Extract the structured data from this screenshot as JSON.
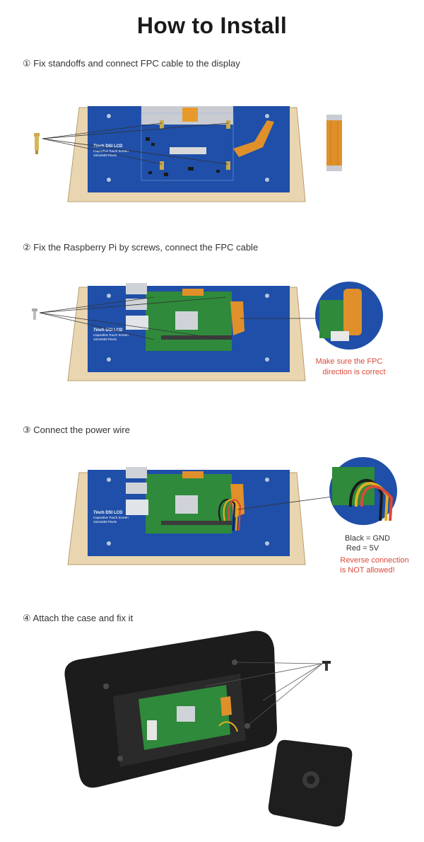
{
  "page": {
    "title": "How to Install"
  },
  "steps": [
    {
      "label": "① Fix standoffs and connect FPC cable to the display"
    },
    {
      "label": "② Fix the Raspberry Pi by screws, connect the FPC cable"
    },
    {
      "label": "③ Connect the power wire"
    },
    {
      "label": "④ Attach the case and fix it"
    }
  ],
  "board": {
    "label_line1": "7inch DSI LCD",
    "label_line2": "Capacitive Touch Screen",
    "label_line3": "1024x600 Pixels"
  },
  "notes": {
    "fpc_line1": "Make sure the FPC",
    "fpc_line2": "direction is correct",
    "power_black": "Black = GND",
    "power_red": "Red = 5V",
    "power_warn1": "Reverse connection",
    "power_warn2": "is NOT allowed!"
  },
  "colors": {
    "pcb_blue": "#1f4fa8",
    "acrylic": "#e9d6b0",
    "pi_green": "#2f8a3c",
    "fpc_orange": "#e0902a",
    "warning_red": "#d84a3a"
  }
}
